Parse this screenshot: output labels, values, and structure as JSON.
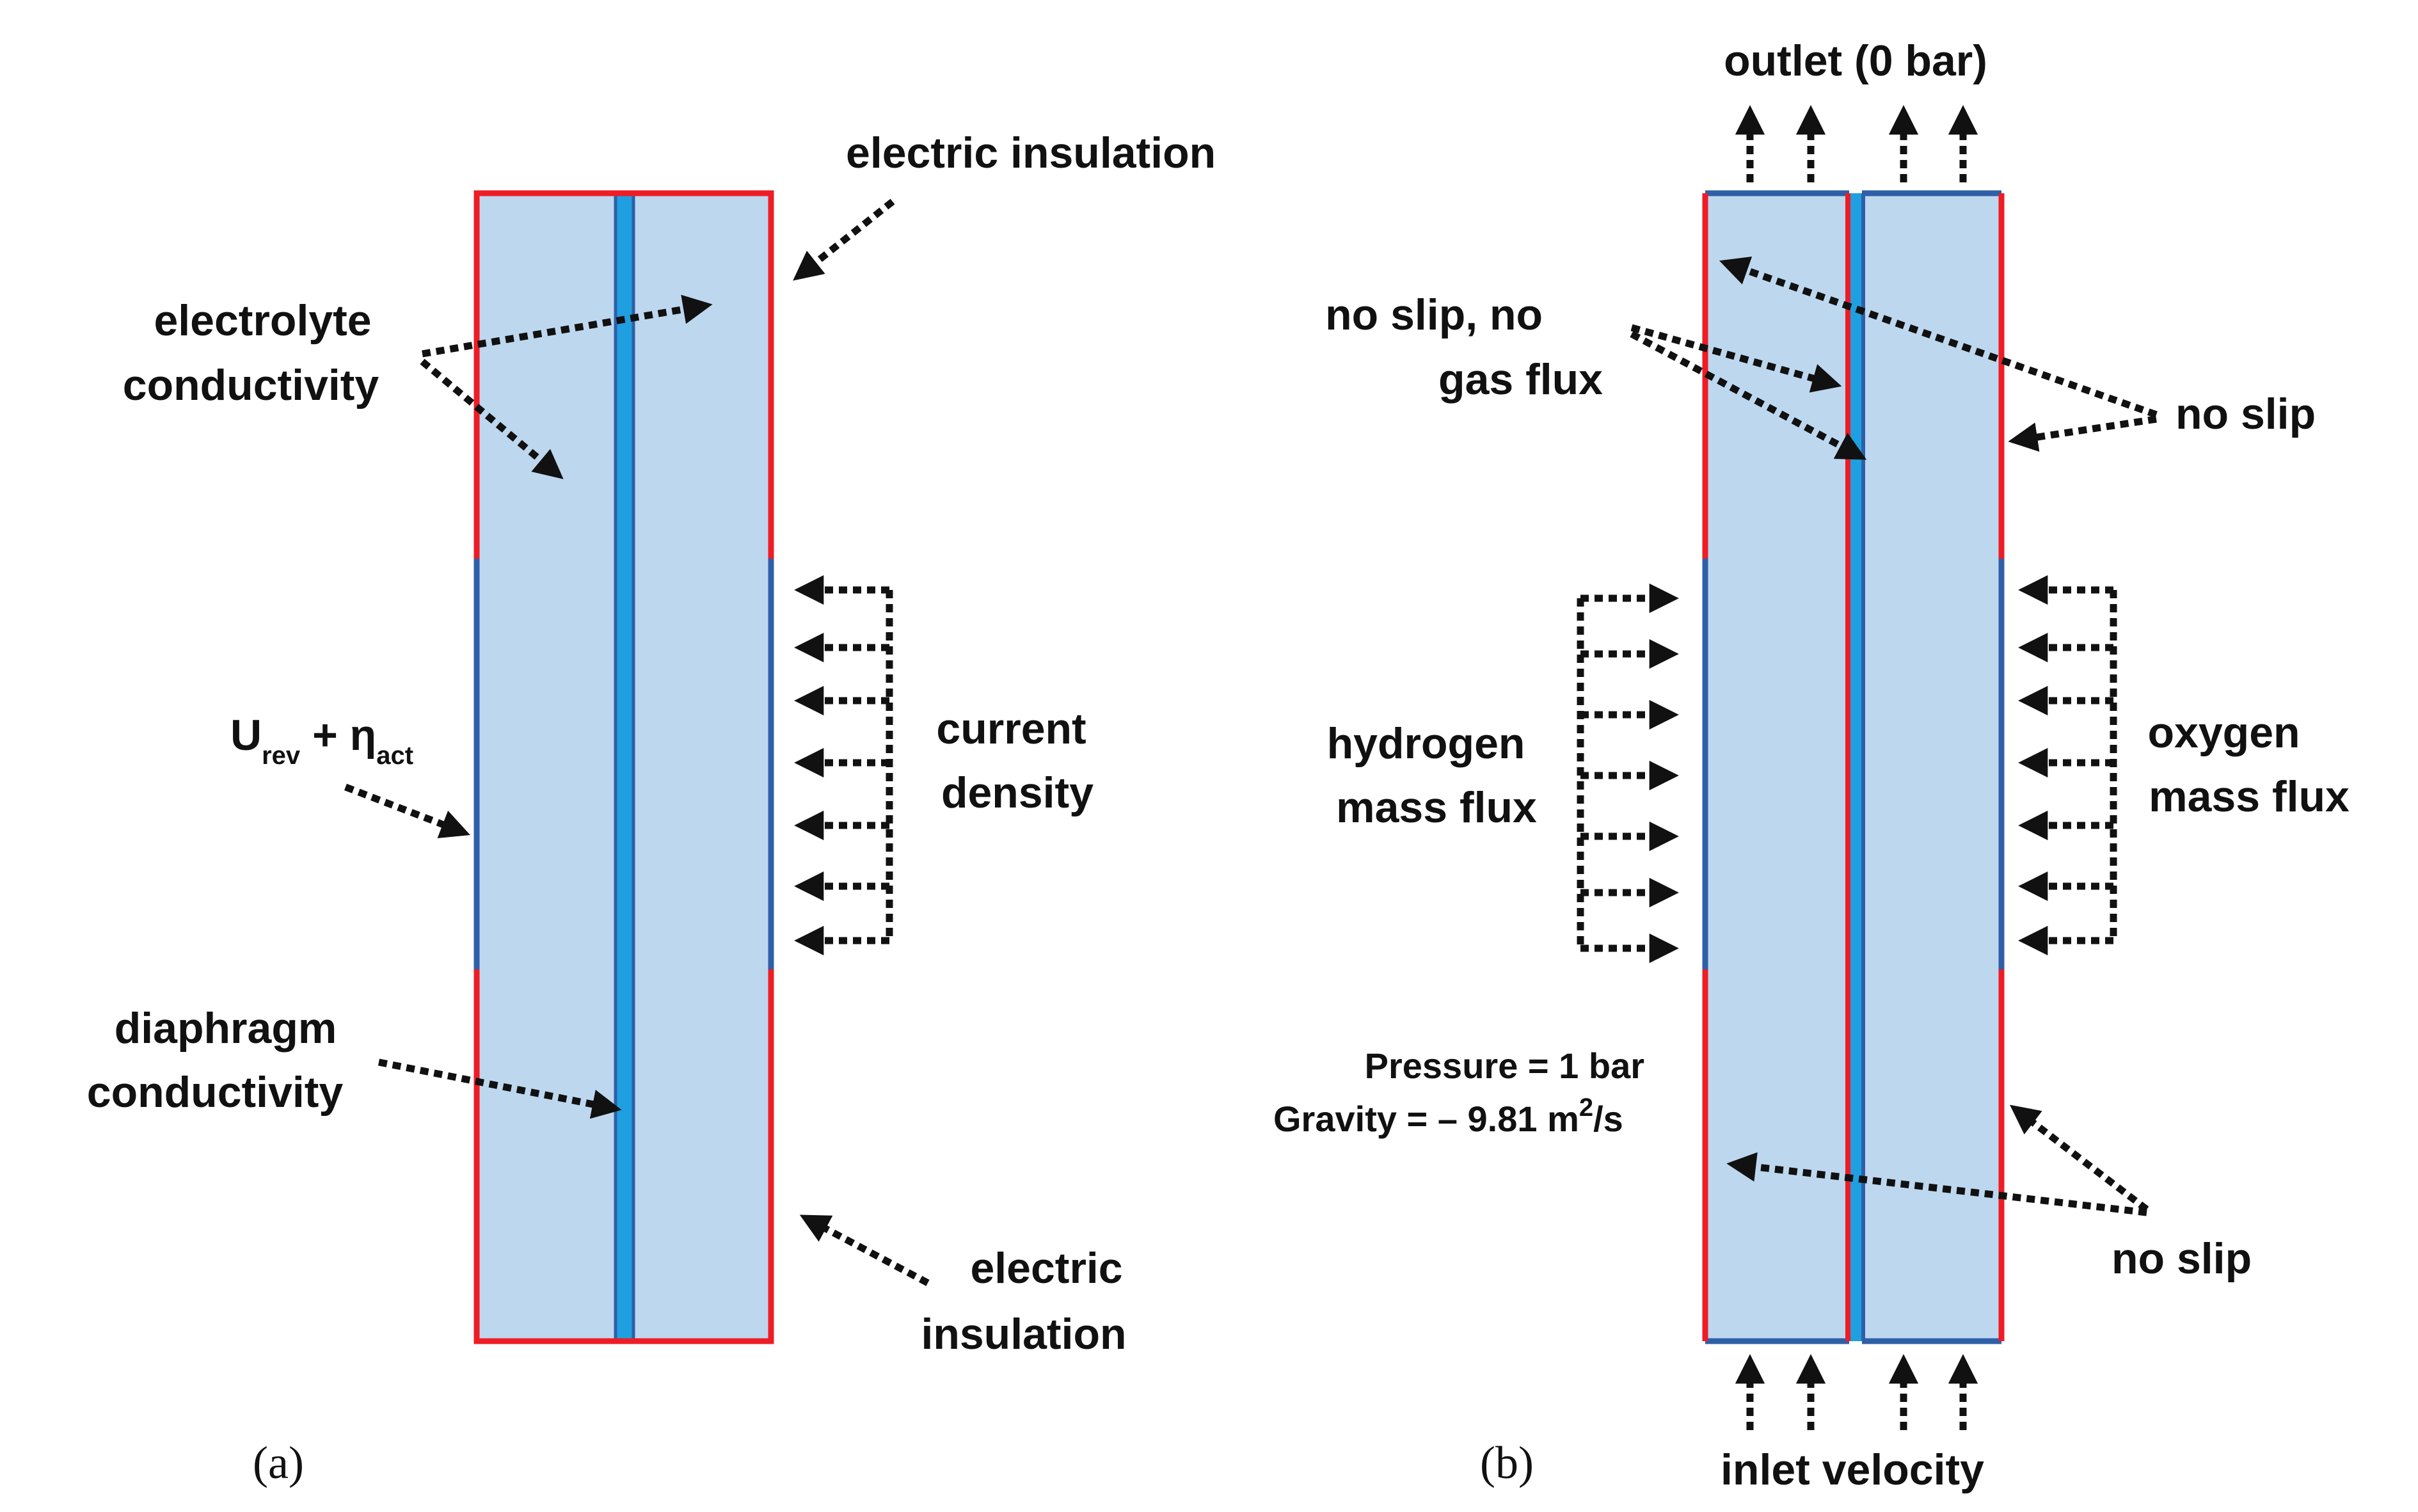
{
  "panel_a": {
    "caption": "(a)",
    "electric_insulation_top": "electric insulation",
    "electrolyte_conductivity": [
      "electrolyte",
      "conductivity"
    ],
    "boundary_potential": {
      "base": "U",
      "sub1": "rev",
      "mid": " + η",
      "sub2": "act"
    },
    "current_density": [
      "current",
      "density"
    ],
    "diaphragm_conductivity": [
      "diaphragm",
      "conductivity"
    ],
    "electric_insulation_bottom": [
      "electric",
      "insulation"
    ]
  },
  "panel_b": {
    "caption": "(b)",
    "outlet": "outlet (0 bar)",
    "no_slip_no_gas_flux": [
      "no slip, no",
      "gas flux"
    ],
    "no_slip_top": "no slip",
    "hydrogen_mass_flux": [
      "hydrogen",
      "mass flux"
    ],
    "oxygen_mass_flux": [
      "oxygen",
      "mass flux"
    ],
    "pressure": "Pressure = 1 bar",
    "gravity": {
      "text": "Gravity = – 9.81 m",
      "sup": "2",
      "tail": "/s"
    },
    "no_slip_bottom": "no slip",
    "inlet": "inlet velocity"
  },
  "colors": {
    "electrolyte": "#bdd7ee",
    "diaphragm": "#1f9fe0",
    "insulation_boundary": "#ee1c25",
    "electrode_boundary": "#2e5fa8",
    "arrow": "#111111"
  }
}
